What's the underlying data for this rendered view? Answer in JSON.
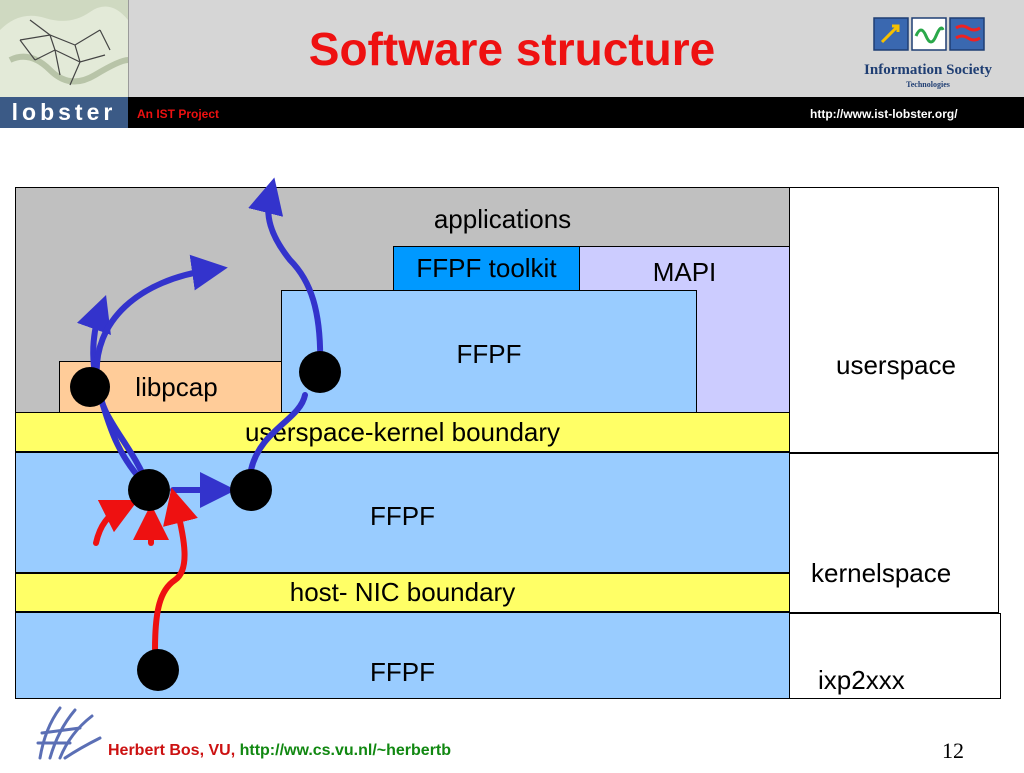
{
  "header": {
    "title": "Software structure",
    "logo_text": "lobster",
    "subtitle": "An IST Project",
    "url": "http://www.ist-lobster.org/",
    "ist_logo_text_1": "Information Society",
    "ist_logo_text_2": "Technologies"
  },
  "diagram": {
    "applications": "applications",
    "ffpf_toolkit": "FFPF toolkit",
    "mapi": "MAPI",
    "ffpf_user": "FFPF",
    "libpcap": "libpcap",
    "userspace_kernel_boundary": "userspace-kernel boundary",
    "ffpf_kernel": "FFPF",
    "host_nic_boundary": "host- NIC boundary",
    "ffpf_nic": "FFPF",
    "userspace": "userspace",
    "kernelspace": "kernelspace",
    "ixp2xxx": "ixp2xxx"
  },
  "colors": {
    "title_red": "#ee1111",
    "light_blue": "#99ccff",
    "boundary_yellow": "#ffff66",
    "toolkit_blue": "#0099ff",
    "mapi_lavender": "#ccccff",
    "libpcap_orange": "#ffcc99",
    "arrow_blue": "#3333cc",
    "arrow_red": "#ee1111"
  },
  "footer": {
    "author": "Herbert Bos, VU, ",
    "url": "http://ww.cs.vu.nl/~herbertb",
    "page_number": "12"
  }
}
